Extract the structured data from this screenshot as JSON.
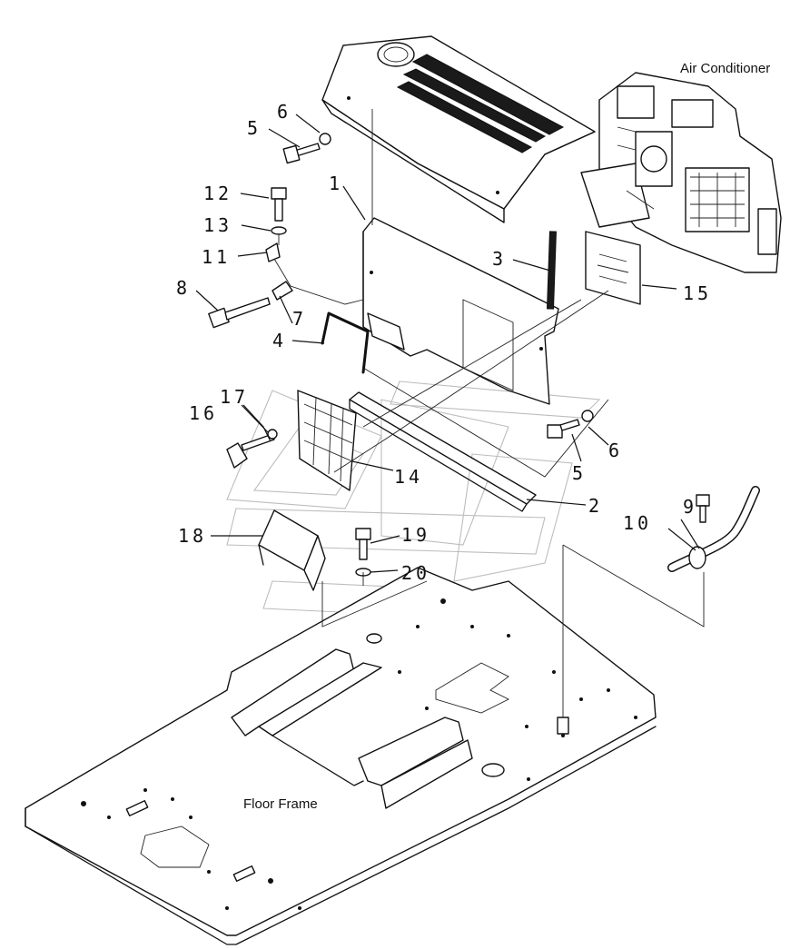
{
  "labels": {
    "air_conditioner": "Air Conditioner",
    "floor_frame": "Floor Frame"
  },
  "callouts": {
    "p1": "1",
    "p2": "2",
    "p3": "3",
    "p4": "4",
    "p5a": "5",
    "p5b": "5",
    "p6a": "6",
    "p6b": "6",
    "p7": "7",
    "p8": "8",
    "p9": "9",
    "p10": "10",
    "p11": "11",
    "p12": "12",
    "p13": "13",
    "p14": "14",
    "p15": "15",
    "p16": "16",
    "p17": "17",
    "p18": "18",
    "p19": "19",
    "p20": "20"
  }
}
